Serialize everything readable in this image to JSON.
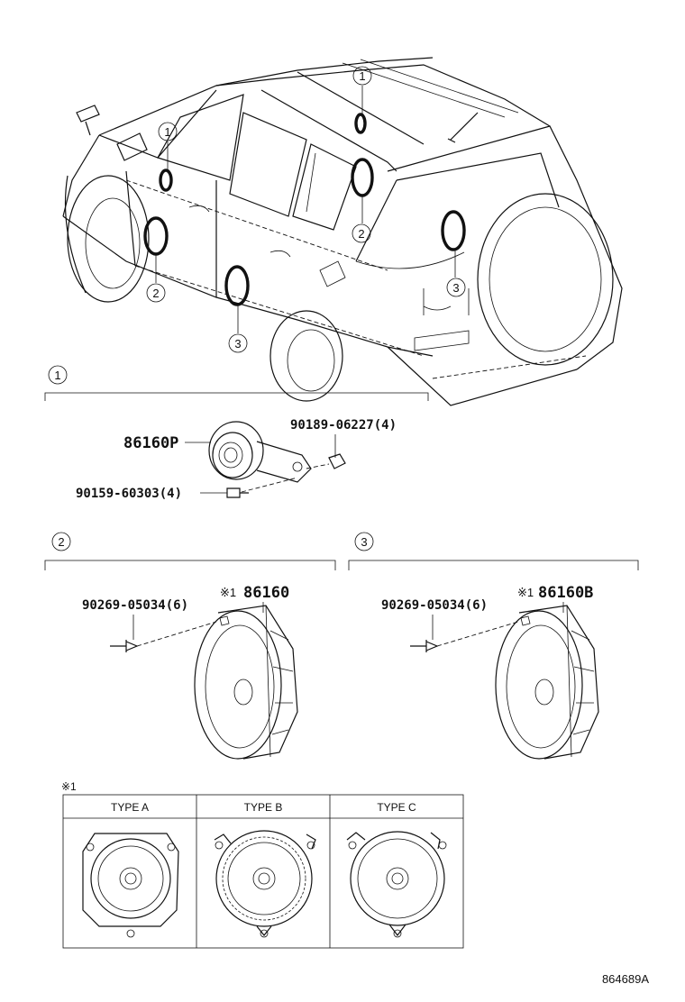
{
  "car": {
    "callouts": [
      {
        "num": "1"
      },
      {
        "num": "1"
      },
      {
        "num": "2"
      },
      {
        "num": "2"
      },
      {
        "num": "3"
      },
      {
        "num": "3"
      }
    ]
  },
  "section1": {
    "num": "1",
    "part_main": "86160P",
    "part_clip": "90189-06227(4)",
    "part_screw": "90159-60303(4)"
  },
  "section2": {
    "num": "2",
    "part_rivet": "90269-05034(6)",
    "note_mark": "※1",
    "part_main": "86160"
  },
  "section3": {
    "num": "3",
    "part_rivet": "90269-05034(6)",
    "note_mark": "※1",
    "part_main": "86160B"
  },
  "types": {
    "note": "※1",
    "headers": [
      "TYPE A",
      "TYPE B",
      "TYPE C"
    ]
  },
  "drawing_code": "864689A"
}
